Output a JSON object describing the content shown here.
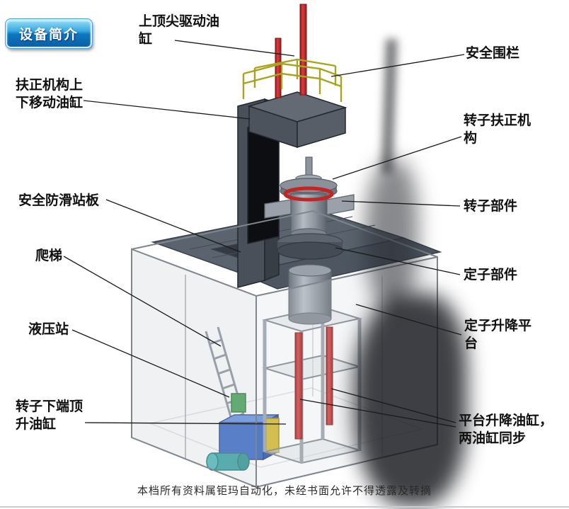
{
  "page": {
    "badge_label": "设备简介",
    "footer_notice": "本档所有资料属钜玛自动化，未经书面允许不得透露及转摘"
  },
  "callouts": {
    "top_drive_cylinder": "上顶尖驱动油缸",
    "safety_fence": "安全围栏",
    "centering_lift_cylinder": "扶正机构上下移动油缸",
    "rotor_centering_mechanism": "转子扶正机构",
    "anti_slip_platform": "安全防滑站板",
    "rotor_component": "转子部件",
    "ladder": "爬梯",
    "stator_component": "定子部件",
    "hydraulic_station": "液压站",
    "stator_lift_platform": "定子升降平台",
    "rotor_bottom_jack_cylinder": "转子下端顶升油缸",
    "platform_lift_cylinders": "平台升降油缸，两油缸同步"
  },
  "colors": {
    "accent_red": "#c42020",
    "railing_yellow": "#a8a41e",
    "hydraulic_blue": "#2f62c4",
    "hydraulic_yellow": "#d4b82a",
    "motor_teal": "#2fa0a0",
    "badge_blue": "#0e78c0",
    "structure_gray": "#8d949d"
  }
}
